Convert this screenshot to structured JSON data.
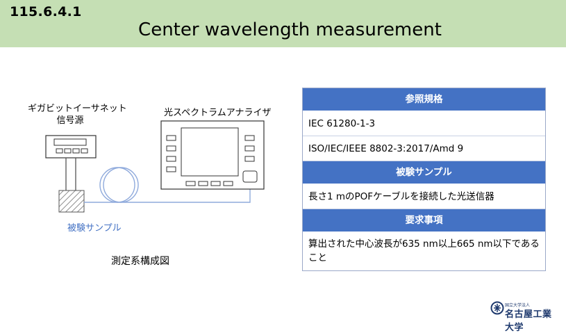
{
  "header": {
    "section_number": "115.6.4.1",
    "title": "Center wavelength measurement"
  },
  "diagram": {
    "signal_source_label_line1": "ギガビットイーサネット",
    "signal_source_label_line2": "信号源",
    "spectrum_analyzer_label": "光スペクトラムアナライザ",
    "sample_label": "被験サンプル",
    "caption": "測定系構成図"
  },
  "spec_table": {
    "reference_header": "参照規格",
    "reference_rows": [
      "IEC 61280-1-3",
      "ISO/IEC/IEEE 8802-3:2017/Amd 9"
    ],
    "sample_header": "被験サンプル",
    "sample_rows": [
      "長さ1 mのPOFケーブルを接続した光送信器"
    ],
    "requirement_header": "要求事項",
    "requirement_rows": [
      "算出された中心波長が635 nm以上665 nm以下であること"
    ]
  },
  "logo": {
    "small_text": "国立大学法人",
    "name": "名古屋工業大学"
  },
  "colors": {
    "header_bg": "#c5dfb4",
    "table_header_bg": "#4472c4",
    "fiber_color": "#8faadc",
    "sample_label_color": "#4472c4"
  }
}
